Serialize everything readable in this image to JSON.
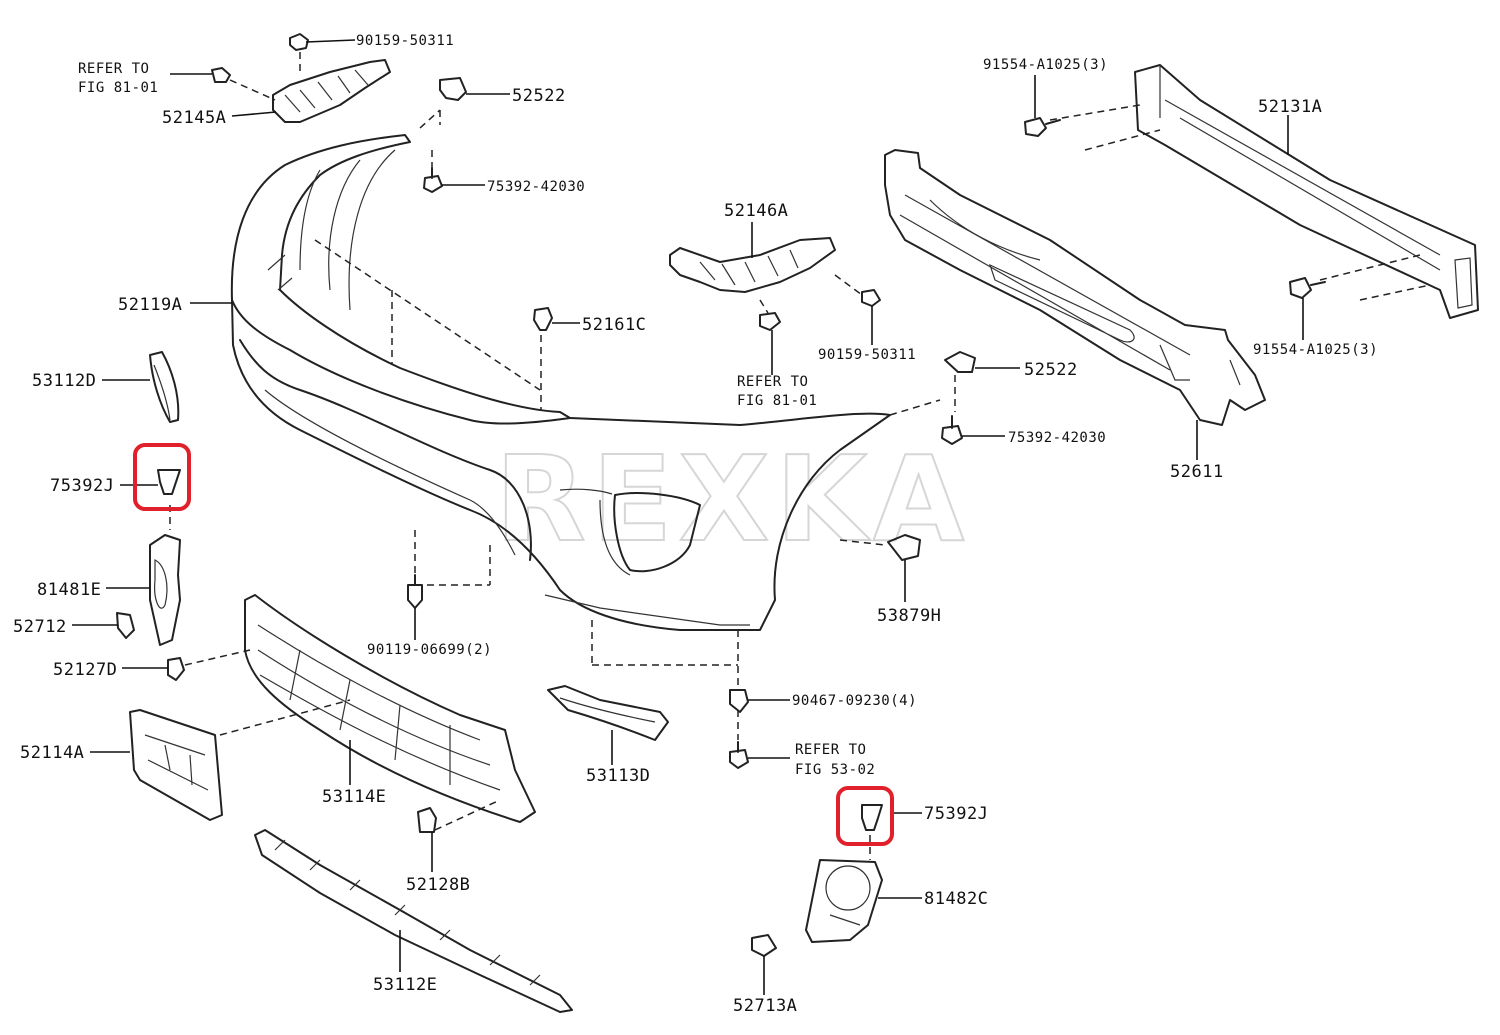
{
  "watermark": "REXKA",
  "colors": {
    "highlight": "#e0202a",
    "line": "#222222",
    "watermark": "#d6d6d6"
  },
  "labels": {
    "refer_81_01_top_a": "REFER TO",
    "refer_81_01_top_b": "FIG 81-01",
    "p_90159_50311_top": "90159-50311",
    "p_52145A": "52145A",
    "p_52522_top": "52522",
    "p_75392_42030_top": "75392-42030",
    "p_91554_top": "91554-A1025(3)",
    "p_52131A": "52131A",
    "p_52146A": "52146A",
    "p_52119A": "52119A",
    "p_52161C": "52161C",
    "p_53112D": "53112D",
    "p_90159_50311_mid": "90159-50311",
    "refer_81_01_mid_a": "REFER TO",
    "refer_81_01_mid_b": "FIG 81-01",
    "p_52522_mid": "52522",
    "p_91554_mid": "91554-A1025(3)",
    "p_75392_42030_mid": "75392-42030",
    "p_52611": "52611",
    "p_75392J_left": "75392J",
    "p_81481E": "81481E",
    "p_52712": "52712",
    "p_53879H": "53879H",
    "p_90119": "90119-06699(2)",
    "p_52127D": "52127D",
    "p_90467": "90467-09230(4)",
    "p_52114A": "52114A",
    "p_53113D": "53113D",
    "refer_53_02_a": "REFER TO",
    "refer_53_02_b": "FIG 53-02",
    "p_53114E": "53114E",
    "p_75392J_right": "75392J",
    "p_52128B": "52128B",
    "p_81482C": "81482C",
    "p_53112E": "53112E",
    "p_52713A": "52713A"
  }
}
